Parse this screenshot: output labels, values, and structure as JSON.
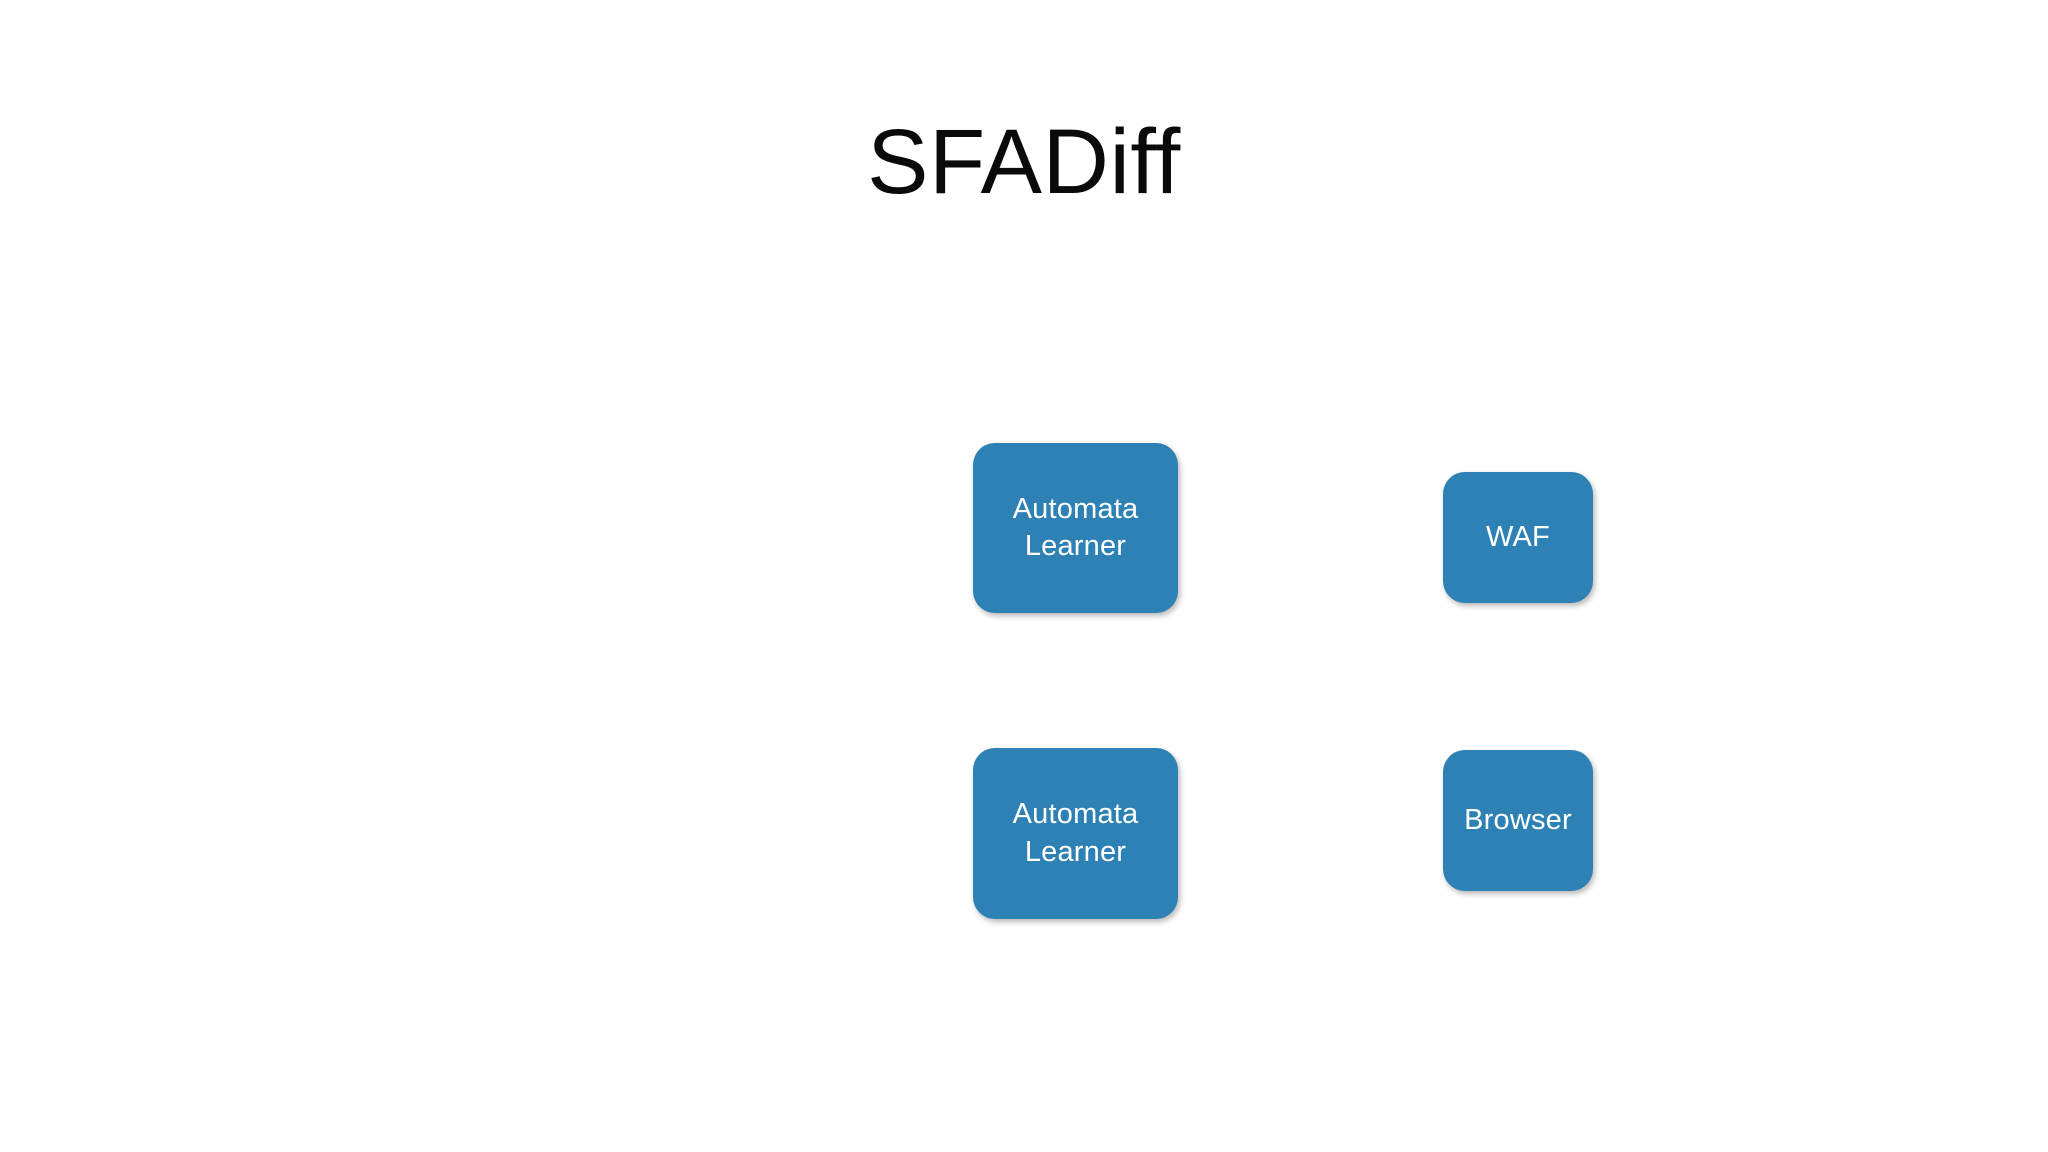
{
  "slide": {
    "title": "SFADiff",
    "background_color": "#ffffff",
    "accent_color": "#2e81b4",
    "node_text_color": "#ffffff",
    "title_color": "#0a0a0a"
  },
  "diagram": {
    "type": "block-diagram",
    "nodes": [
      {
        "id": "automata-learner-top",
        "label": "Automata\nLearner",
        "color": "#2e81b4",
        "row": "top",
        "column": "left"
      },
      {
        "id": "waf",
        "label": "WAF",
        "color": "#2e81b4",
        "row": "top",
        "column": "right"
      },
      {
        "id": "automata-learner-bottom",
        "label": "Automata\nLearner",
        "color": "#2e81b4",
        "row": "bottom",
        "column": "left"
      },
      {
        "id": "browser",
        "label": "Browser",
        "color": "#2e81b4",
        "row": "bottom",
        "column": "right"
      }
    ]
  }
}
